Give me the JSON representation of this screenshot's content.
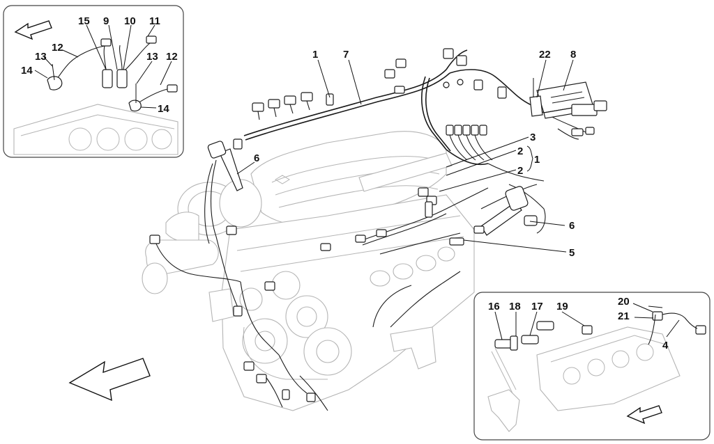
{
  "callouts": {
    "main_1": "1",
    "main_7": "7",
    "main_22": "22",
    "main_8": "8",
    "main_3": "3",
    "main_2a": "2",
    "main_2b": "2",
    "main_bracket_1": "1",
    "main_6_left": "6",
    "main_6_right": "6",
    "main_5": "5",
    "inset_tl_15": "15",
    "inset_tl_9": "9",
    "inset_tl_10": "10",
    "inset_tl_11": "11",
    "inset_tl_12a": "12",
    "inset_tl_13a": "13",
    "inset_tl_14a": "14",
    "inset_tl_13b": "13",
    "inset_tl_12b": "12",
    "inset_tl_14b": "14",
    "inset_br_16": "16",
    "inset_br_18": "18",
    "inset_br_17": "17",
    "inset_br_19": "19",
    "inset_br_20": "20",
    "inset_br_21": "21",
    "inset_br_4": "4"
  }
}
